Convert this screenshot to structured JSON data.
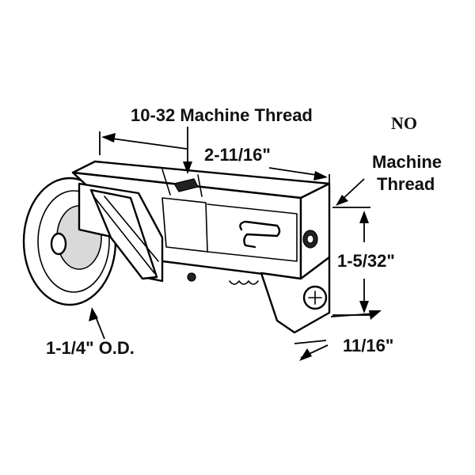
{
  "labels": {
    "machine_thread_top": "10-32 Machine Thread",
    "length_dim": "2-11/16\"",
    "no_text": "NO",
    "no_machine_thread_line1": "Machine",
    "no_machine_thread_line2": "Thread",
    "height_dim": "1-5/32\"",
    "width_dim": "11/16\"",
    "wheel_od": "1-1/4\" O.D."
  },
  "colors": {
    "line": "#000000",
    "background": "#ffffff",
    "shading": "#d9d9d9"
  }
}
